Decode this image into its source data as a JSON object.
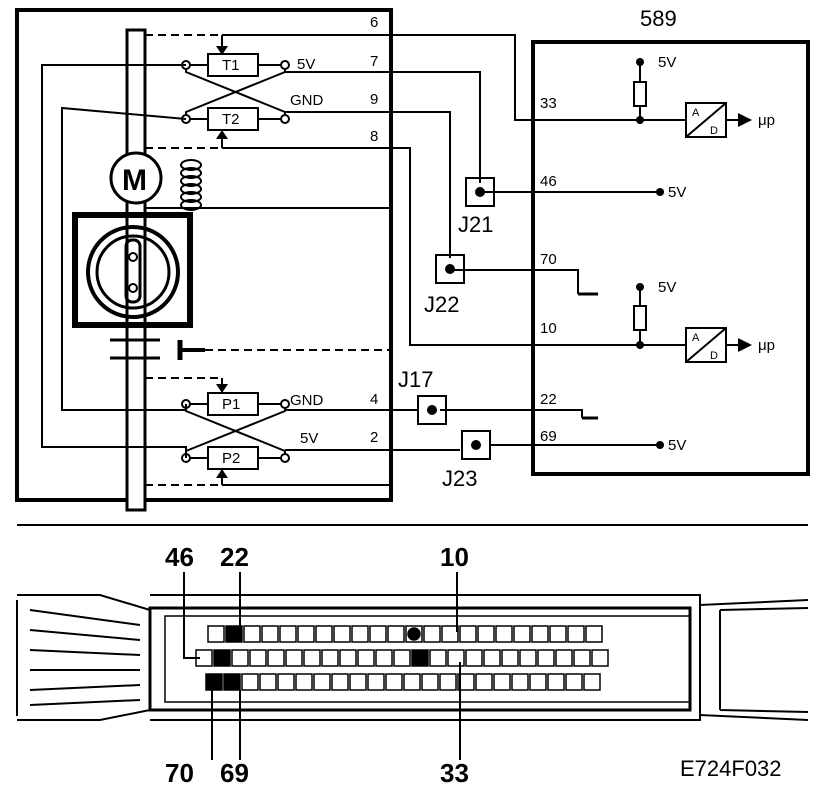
{
  "ecu": {
    "id": "589"
  },
  "pins": {
    "p6": "6",
    "p7": "7",
    "p9": "9",
    "p8": "8",
    "p4": "4",
    "p2": "2",
    "p33": "33",
    "p46": "46",
    "p70": "70",
    "p10": "10",
    "p22": "22",
    "p69": "69"
  },
  "sensors": {
    "t1": "T1",
    "t2": "T2",
    "p1": "P1",
    "p2": "P2",
    "motor": "M"
  },
  "voltages": {
    "v5": "5V",
    "gnd": "GND"
  },
  "ad_converter": {
    "a": "A",
    "d": "D",
    "output": "μp"
  },
  "junctions": {
    "j21": "J21",
    "j22": "J22",
    "j17": "J17",
    "j23": "J23"
  },
  "connector_callouts": {
    "c46": "46",
    "c22": "22",
    "c10": "10",
    "c70": "70",
    "c69": "69",
    "c33": "33"
  },
  "figure_code": "E724F032"
}
